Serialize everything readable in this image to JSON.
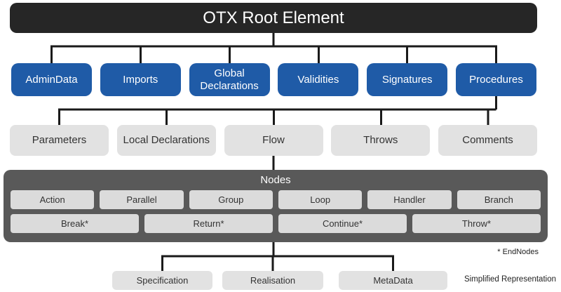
{
  "diagram": {
    "root": {
      "label": "OTX Root Element"
    },
    "root_children": [
      "AdminData",
      "Imports",
      "Global Declarations",
      "Validities",
      "Signatures",
      "Procedures"
    ],
    "procedure_children": [
      "Parameters",
      "Local Declarations",
      "Flow",
      "Throws",
      "Comments"
    ],
    "nodes_group": {
      "title": "Nodes",
      "row1": [
        "Action",
        "Parallel",
        "Group",
        "Loop",
        "Handler",
        "Branch"
      ],
      "row2": [
        "Break*",
        "Return*",
        "Continue*",
        "Throw*"
      ]
    },
    "flow_children": [
      "Specification",
      "Realisation",
      "MetaData"
    ],
    "annotations": {
      "endnodes": "* EndNodes",
      "simplified": "Simplified Representation"
    },
    "colors": {
      "root_bg": "#262626",
      "child_bg": "#1f5ba7",
      "gray_bg": "#e2e2e2",
      "nodes_group_bg": "#595959",
      "inner_bg": "#dbdbdb",
      "connector": "#1a1a1a"
    }
  }
}
